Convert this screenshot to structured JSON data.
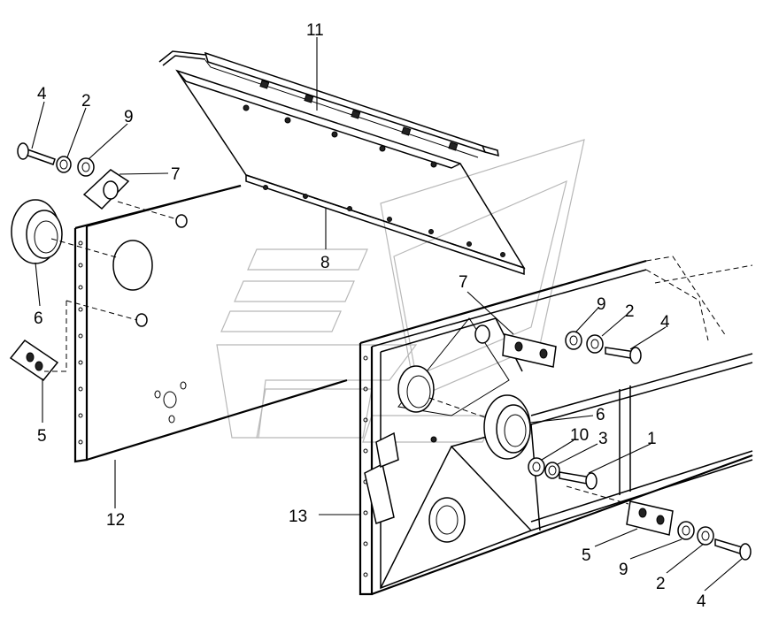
{
  "diagram": {
    "labels": [
      {
        "id": "lbl-11",
        "text": "11"
      },
      {
        "id": "lbl-4-top",
        "text": "4"
      },
      {
        "id": "lbl-2-top",
        "text": "2"
      },
      {
        "id": "lbl-9-top",
        "text": "9"
      },
      {
        "id": "lbl-7-left",
        "text": "7"
      },
      {
        "id": "lbl-8",
        "text": "8"
      },
      {
        "id": "lbl-6-left",
        "text": "6"
      },
      {
        "id": "lbl-5-left",
        "text": "5"
      },
      {
        "id": "lbl-12",
        "text": "12"
      },
      {
        "id": "lbl-7-right",
        "text": "7"
      },
      {
        "id": "lbl-9-right",
        "text": "9"
      },
      {
        "id": "lbl-2-right",
        "text": "2"
      },
      {
        "id": "lbl-4-right",
        "text": "4"
      },
      {
        "id": "lbl-6-right",
        "text": "6"
      },
      {
        "id": "lbl-10",
        "text": "10"
      },
      {
        "id": "lbl-3",
        "text": "3"
      },
      {
        "id": "lbl-1",
        "text": "1"
      },
      {
        "id": "lbl-13",
        "text": "13"
      },
      {
        "id": "lbl-5-right",
        "text": "5"
      },
      {
        "id": "lbl-9-bottom",
        "text": "9"
      },
      {
        "id": "lbl-2-bottom",
        "text": "2"
      },
      {
        "id": "lbl-4-bottom",
        "text": "4"
      }
    ],
    "watermark": "faint grey logo"
  }
}
